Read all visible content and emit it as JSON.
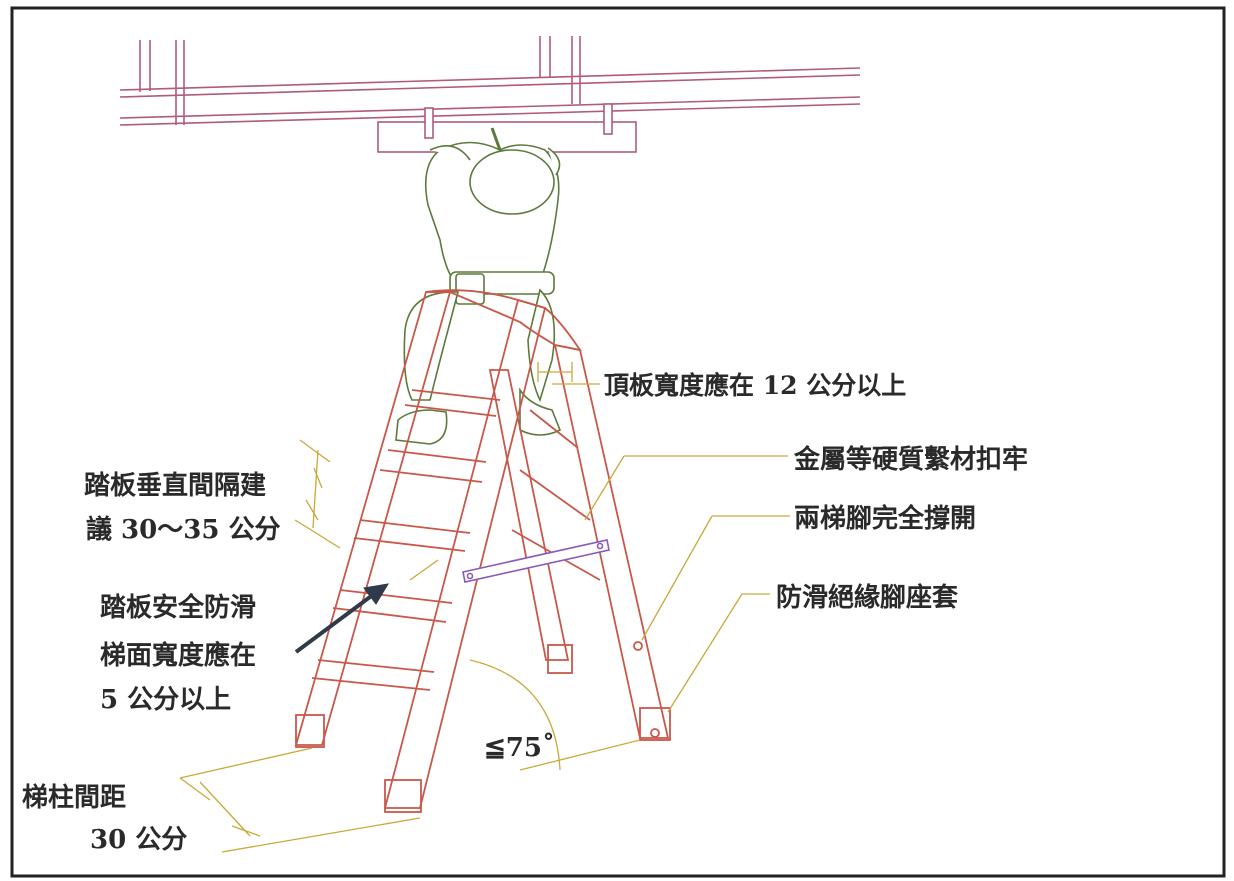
{
  "labels": {
    "top_board": "頂板寬度應在 12 公分以上",
    "metal_fastener": "金屬等硬質繫材扣牢",
    "legs_open": "兩梯腳完全撐開",
    "anti_slip_feet": "防滑絕緣腳座套",
    "step_spacing_line1": "踏板垂直間隔建",
    "step_spacing_line2": "議 30～35 公分",
    "tread_line1": "踏板安全防滑",
    "tread_line2": "梯面寬度應在",
    "tread_line3": "5 公分以上",
    "angle": "≦75˚",
    "post_spacing_line1": "梯柱間距",
    "post_spacing_line2": "30 公分"
  },
  "colors": {
    "ladder": "#c8584a",
    "dimension": "#c9a83a",
    "pipe": "#b05a7c",
    "figure": "#5c7a3c",
    "brace": "#8a5ab8",
    "arrow": "#2f3a4a",
    "frame": "#222222"
  }
}
